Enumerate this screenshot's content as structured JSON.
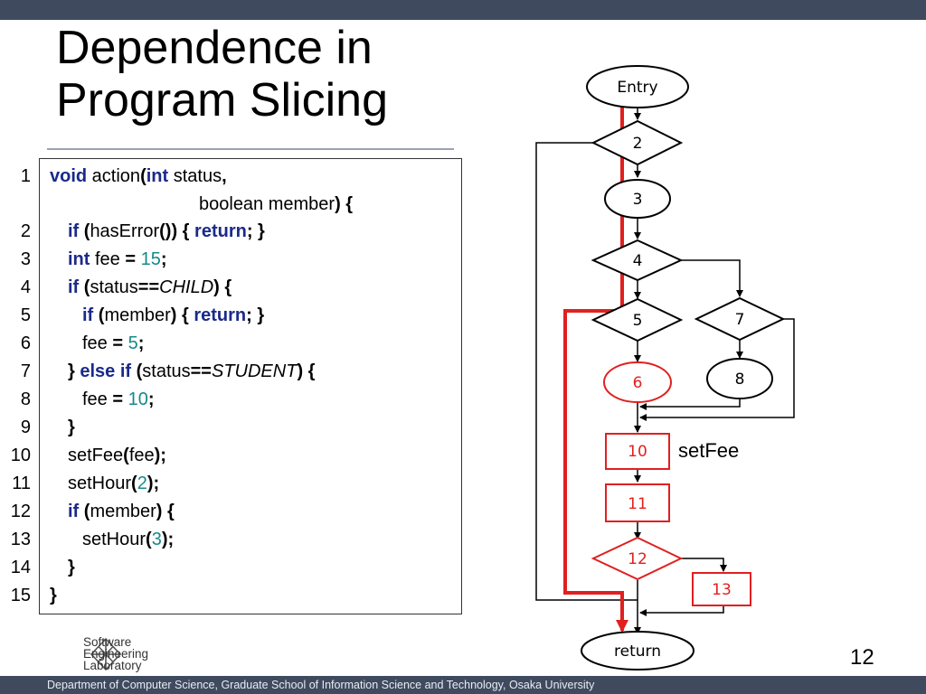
{
  "slide": {
    "title_line1": "Dependence in",
    "title_line2": "Program Slicing",
    "page_number": "12",
    "footer_text": "Department of Computer Science, Graduate School of Information Science and Technology, Osaka University",
    "logo_lines": [
      "Software",
      "Engineering",
      "Laboratory"
    ]
  },
  "code": {
    "line_numbers": [
      "1",
      "2",
      "3",
      "4",
      "5",
      "6",
      "7",
      "8",
      "9",
      "10",
      "11",
      "12",
      "13",
      "14",
      "15"
    ]
  },
  "graph": {
    "nodes": {
      "entry": "Entry",
      "n2": "2",
      "n3": "3",
      "n4": "4",
      "n5": "5",
      "n6": "6",
      "n7": "7",
      "n8": "8",
      "n10": "10",
      "n11": "11",
      "n12": "12",
      "n13": "13",
      "ret": "return"
    },
    "side_label": "setFee",
    "colors": {
      "slice": "#e02020",
      "normal": "#000000",
      "keyword": "#1a2a8a",
      "number": "#158a8a",
      "bar": "#3f4a5e"
    }
  }
}
